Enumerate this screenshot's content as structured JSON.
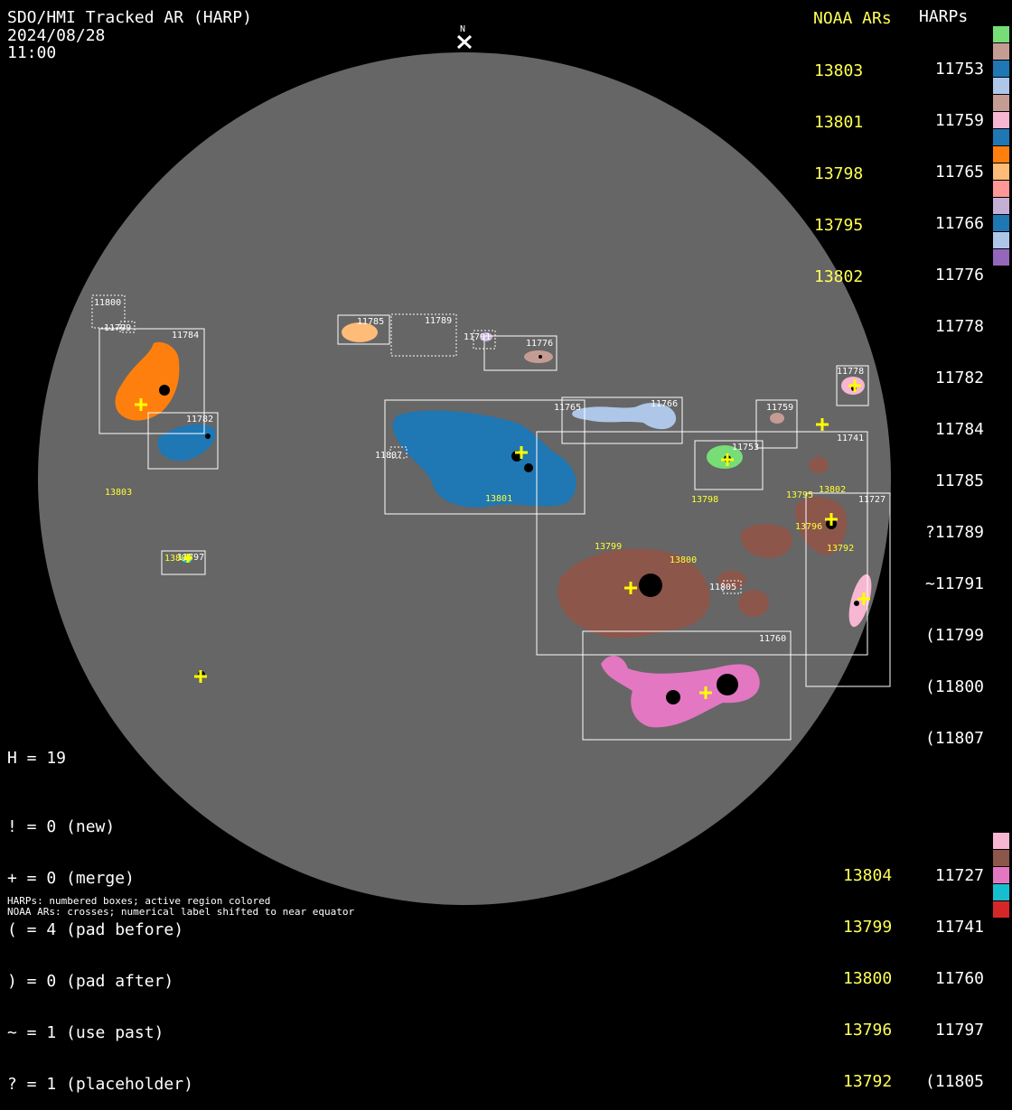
{
  "header": {
    "title": "SDO/HMI Tracked AR (HARP)",
    "date": "2024/08/28",
    "time": "11:00"
  },
  "north_label": "N",
  "legend_top": {
    "noaa_header": "NOAA ARs",
    "harp_header": "HARPs",
    "noaa": [
      "13803",
      "13801",
      "13798",
      "13795",
      "13802"
    ],
    "harps": [
      {
        "label": "11753",
        "color": "#77dd77"
      },
      {
        "label": "11759",
        "color": "#c49c94"
      },
      {
        "label": "11765",
        "color": "#1f77b4"
      },
      {
        "label": "11766",
        "color": "#aec7e8"
      },
      {
        "label": "11776",
        "color": "#c49c94"
      },
      {
        "label": "11778",
        "color": "#f7b6d2"
      },
      {
        "label": "11782",
        "color": "#1f77b4"
      },
      {
        "label": "11784",
        "color": "#ff7f0e"
      },
      {
        "label": "11785",
        "color": "#ffbb78"
      },
      {
        "label": "?11789",
        "color": "#ff9896"
      },
      {
        "label": "~11791",
        "color": "#c5b0d5"
      },
      {
        "label": "(11799",
        "color": "#1f77b4"
      },
      {
        "label": "(11800",
        "color": "#aec7e8"
      },
      {
        "label": "(11807",
        "color": "#9467bd"
      }
    ]
  },
  "legend_bottom": {
    "noaa": [
      "13804",
      "13799",
      "13800",
      "13796",
      "13792"
    ],
    "harps": [
      {
        "label": "11727",
        "color": "#f7b6d2"
      },
      {
        "label": "11741",
        "color": "#8c564b"
      },
      {
        "label": "11760",
        "color": "#e377c2"
      },
      {
        "label": "11797",
        "color": "#17becf"
      },
      {
        "label": "(11805",
        "color": "#d62728"
      }
    ]
  },
  "stats": {
    "h_line": "H = 19",
    "lines": [
      "! = 0 (new)",
      "+ = 0 (merge)",
      "( = 4 (pad before)",
      ") = 0 (pad after)",
      "~ = 1 (use past)",
      "? = 1 (placeholder)"
    ]
  },
  "footer": {
    "line1": "HARPs: numbered boxes; active region colored",
    "line2": "NOAA ARs: crosses; numerical label shifted to near equator"
  },
  "harp_box_labels": [
    "11800",
    "11799",
    "11784",
    "11782",
    "11785",
    "11789",
    "11791",
    "11776",
    "11778",
    "11765",
    "11766",
    "11759",
    "11753",
    "11741",
    "11727",
    "11807",
    "11805",
    "11760",
    "11797"
  ],
  "noaa_labels": [
    "13803",
    "13801",
    "13798",
    "13795",
    "13802",
    "13796",
    "13792",
    "13799",
    "13800",
    "13804"
  ]
}
